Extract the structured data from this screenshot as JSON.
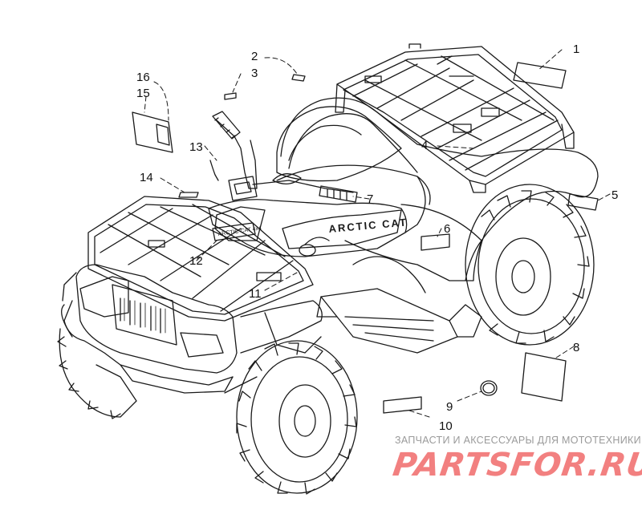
{
  "diagram": {
    "callouts": [
      {
        "id": "1",
        "text": "1"
      },
      {
        "id": "2",
        "text": "2"
      },
      {
        "id": "3",
        "text": "3"
      },
      {
        "id": "4",
        "text": "4"
      },
      {
        "id": "5",
        "text": "5"
      },
      {
        "id": "6",
        "text": "6"
      },
      {
        "id": "7",
        "text": "7"
      },
      {
        "id": "8",
        "text": "8"
      },
      {
        "id": "9",
        "text": "9"
      },
      {
        "id": "10",
        "text": "10"
      },
      {
        "id": "11",
        "text": "11"
      },
      {
        "id": "12",
        "text": "12"
      },
      {
        "id": "13",
        "text": "13"
      },
      {
        "id": "14",
        "text": "14"
      },
      {
        "id": "15",
        "text": "15"
      },
      {
        "id": "16",
        "text": "16"
      }
    ],
    "badge_text": "ARCTIC CAT 4x4",
    "side_decal_text": "ARCTIC CAT"
  },
  "watermark": {
    "caption": "ЗАПЧАСТИ И АКСЕССУАРЫ ДЛЯ МОТОТЕХНИКИ",
    "logo": "PARTSFOR.RU",
    "logo_color": "#f06a6a",
    "caption_color": "#9a9a9a"
  },
  "colors": {
    "line": "#1a1a1a",
    "background": "#ffffff"
  }
}
